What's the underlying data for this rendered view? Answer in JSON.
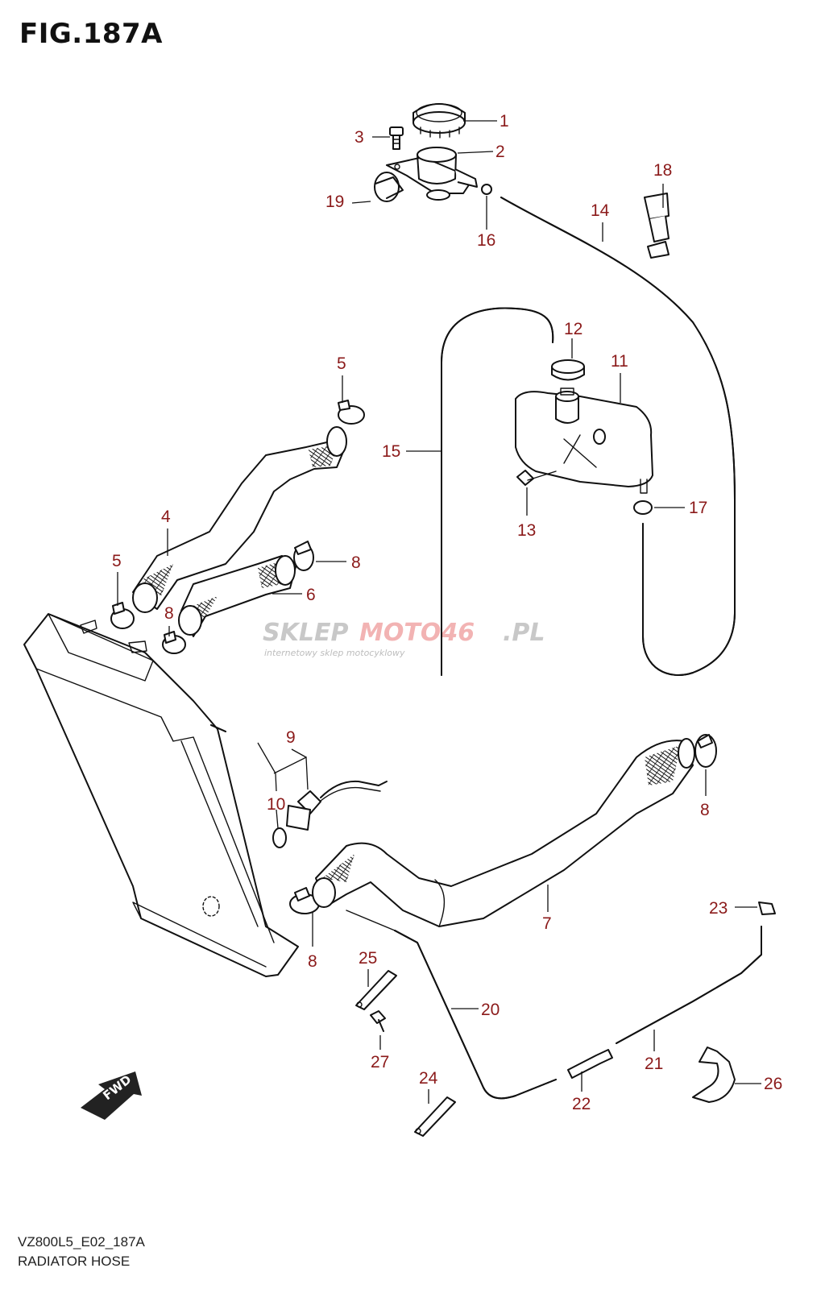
{
  "title": "FIG.187A",
  "model_code": "VZ800L5_E02_187A",
  "caption": "RADIATOR HOSE",
  "fwd_label": "FWD",
  "watermark": {
    "brand_a": "SKLEP",
    "brand_b": "MOTO46",
    "brand_c": ".PL",
    "subtitle": "internetowy sklep motocyklowy"
  },
  "colors": {
    "callout": "#8b1a1a",
    "line": "#111111",
    "watermark_gray": "#c8c8c8",
    "watermark_red": "#f2b3b3"
  },
  "callouts": {
    "c1": "1",
    "c2": "2",
    "c3": "3",
    "c4": "4",
    "c5a": "5",
    "c5b": "5",
    "c6": "6",
    "c7": "7",
    "c8a": "8",
    "c8b": "8",
    "c8c": "8",
    "c8d": "8",
    "c9": "9",
    "c10": "10",
    "c11": "11",
    "c12": "12",
    "c13": "13",
    "c14": "14",
    "c15": "15",
    "c16": "16",
    "c17": "17",
    "c18": "18",
    "c19": "19",
    "c20": "20",
    "c21": "21",
    "c22": "22",
    "c23": "23",
    "c24": "24",
    "c25": "25",
    "c26": "26",
    "c27": "27"
  }
}
